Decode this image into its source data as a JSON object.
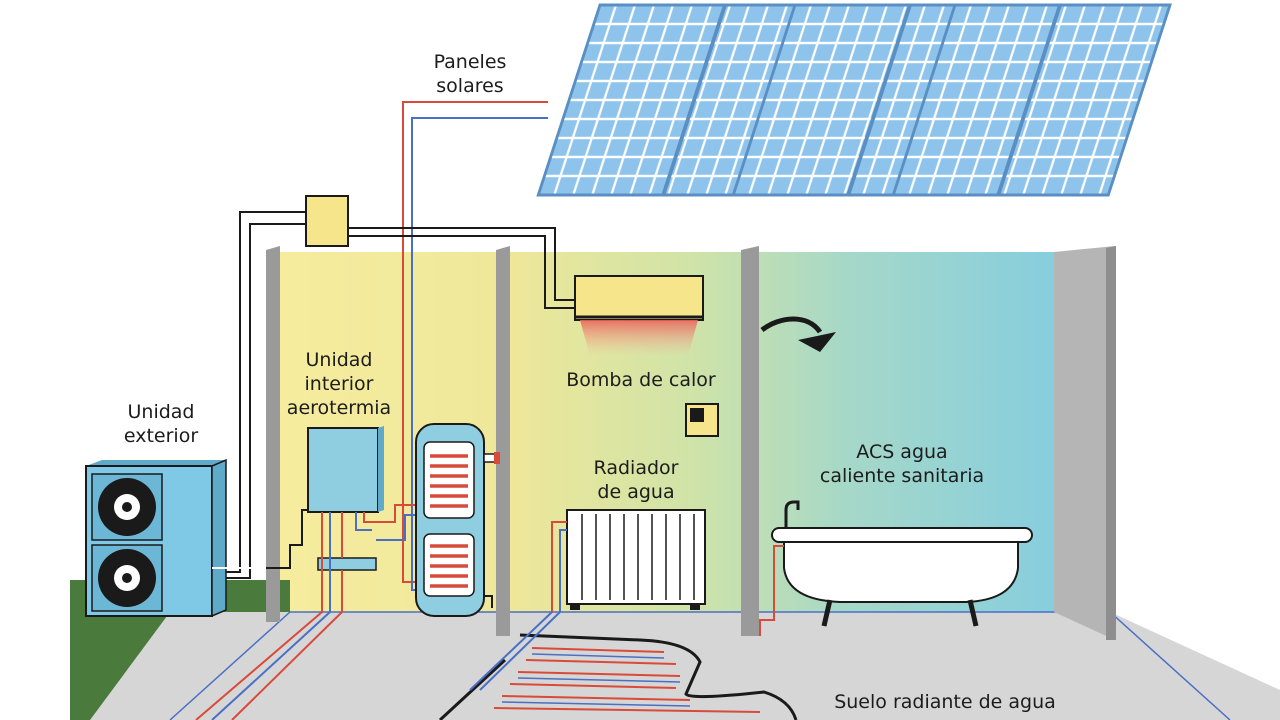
{
  "labels": {
    "solar_panels": [
      "Paneles",
      "solares"
    ],
    "outdoor_unit": [
      "Unidad",
      "exterior"
    ],
    "indoor_unit": [
      "Unidad",
      "interior",
      "aerotermia"
    ],
    "heat_pump": "Bomba de calor",
    "water_radiator": [
      "Radiador",
      "de agua"
    ],
    "dhw": [
      "ACS agua",
      "caliente sanitaria"
    ],
    "floor_heating": "Suelo radiante de agua"
  },
  "colors": {
    "panel": "#8ec3ec",
    "panel_frame": "#5a8fc4",
    "pipe_hot": "#d84a3a",
    "pipe_cold": "#4a6fc4",
    "wall": "#9a9a9a",
    "room1": "#f6ec9e",
    "room2": "#cfe3a8",
    "room3": "#8fcde0",
    "floor": "#d6d6d6",
    "grass": "#4a7a3c",
    "unit": "#7fc8e6",
    "accent": "#f7e58c",
    "outline": "#1a1a1a"
  },
  "icons": [
    "solar-panel-icon",
    "outdoor-unit-icon",
    "fan-icon",
    "junction-box-icon",
    "indoor-unit-icon",
    "water-tank-icon",
    "air-conditioner-icon",
    "thermostat-icon",
    "radiator-icon",
    "shower-head-icon",
    "bathtub-icon",
    "floor-heating-coil-icon"
  ]
}
